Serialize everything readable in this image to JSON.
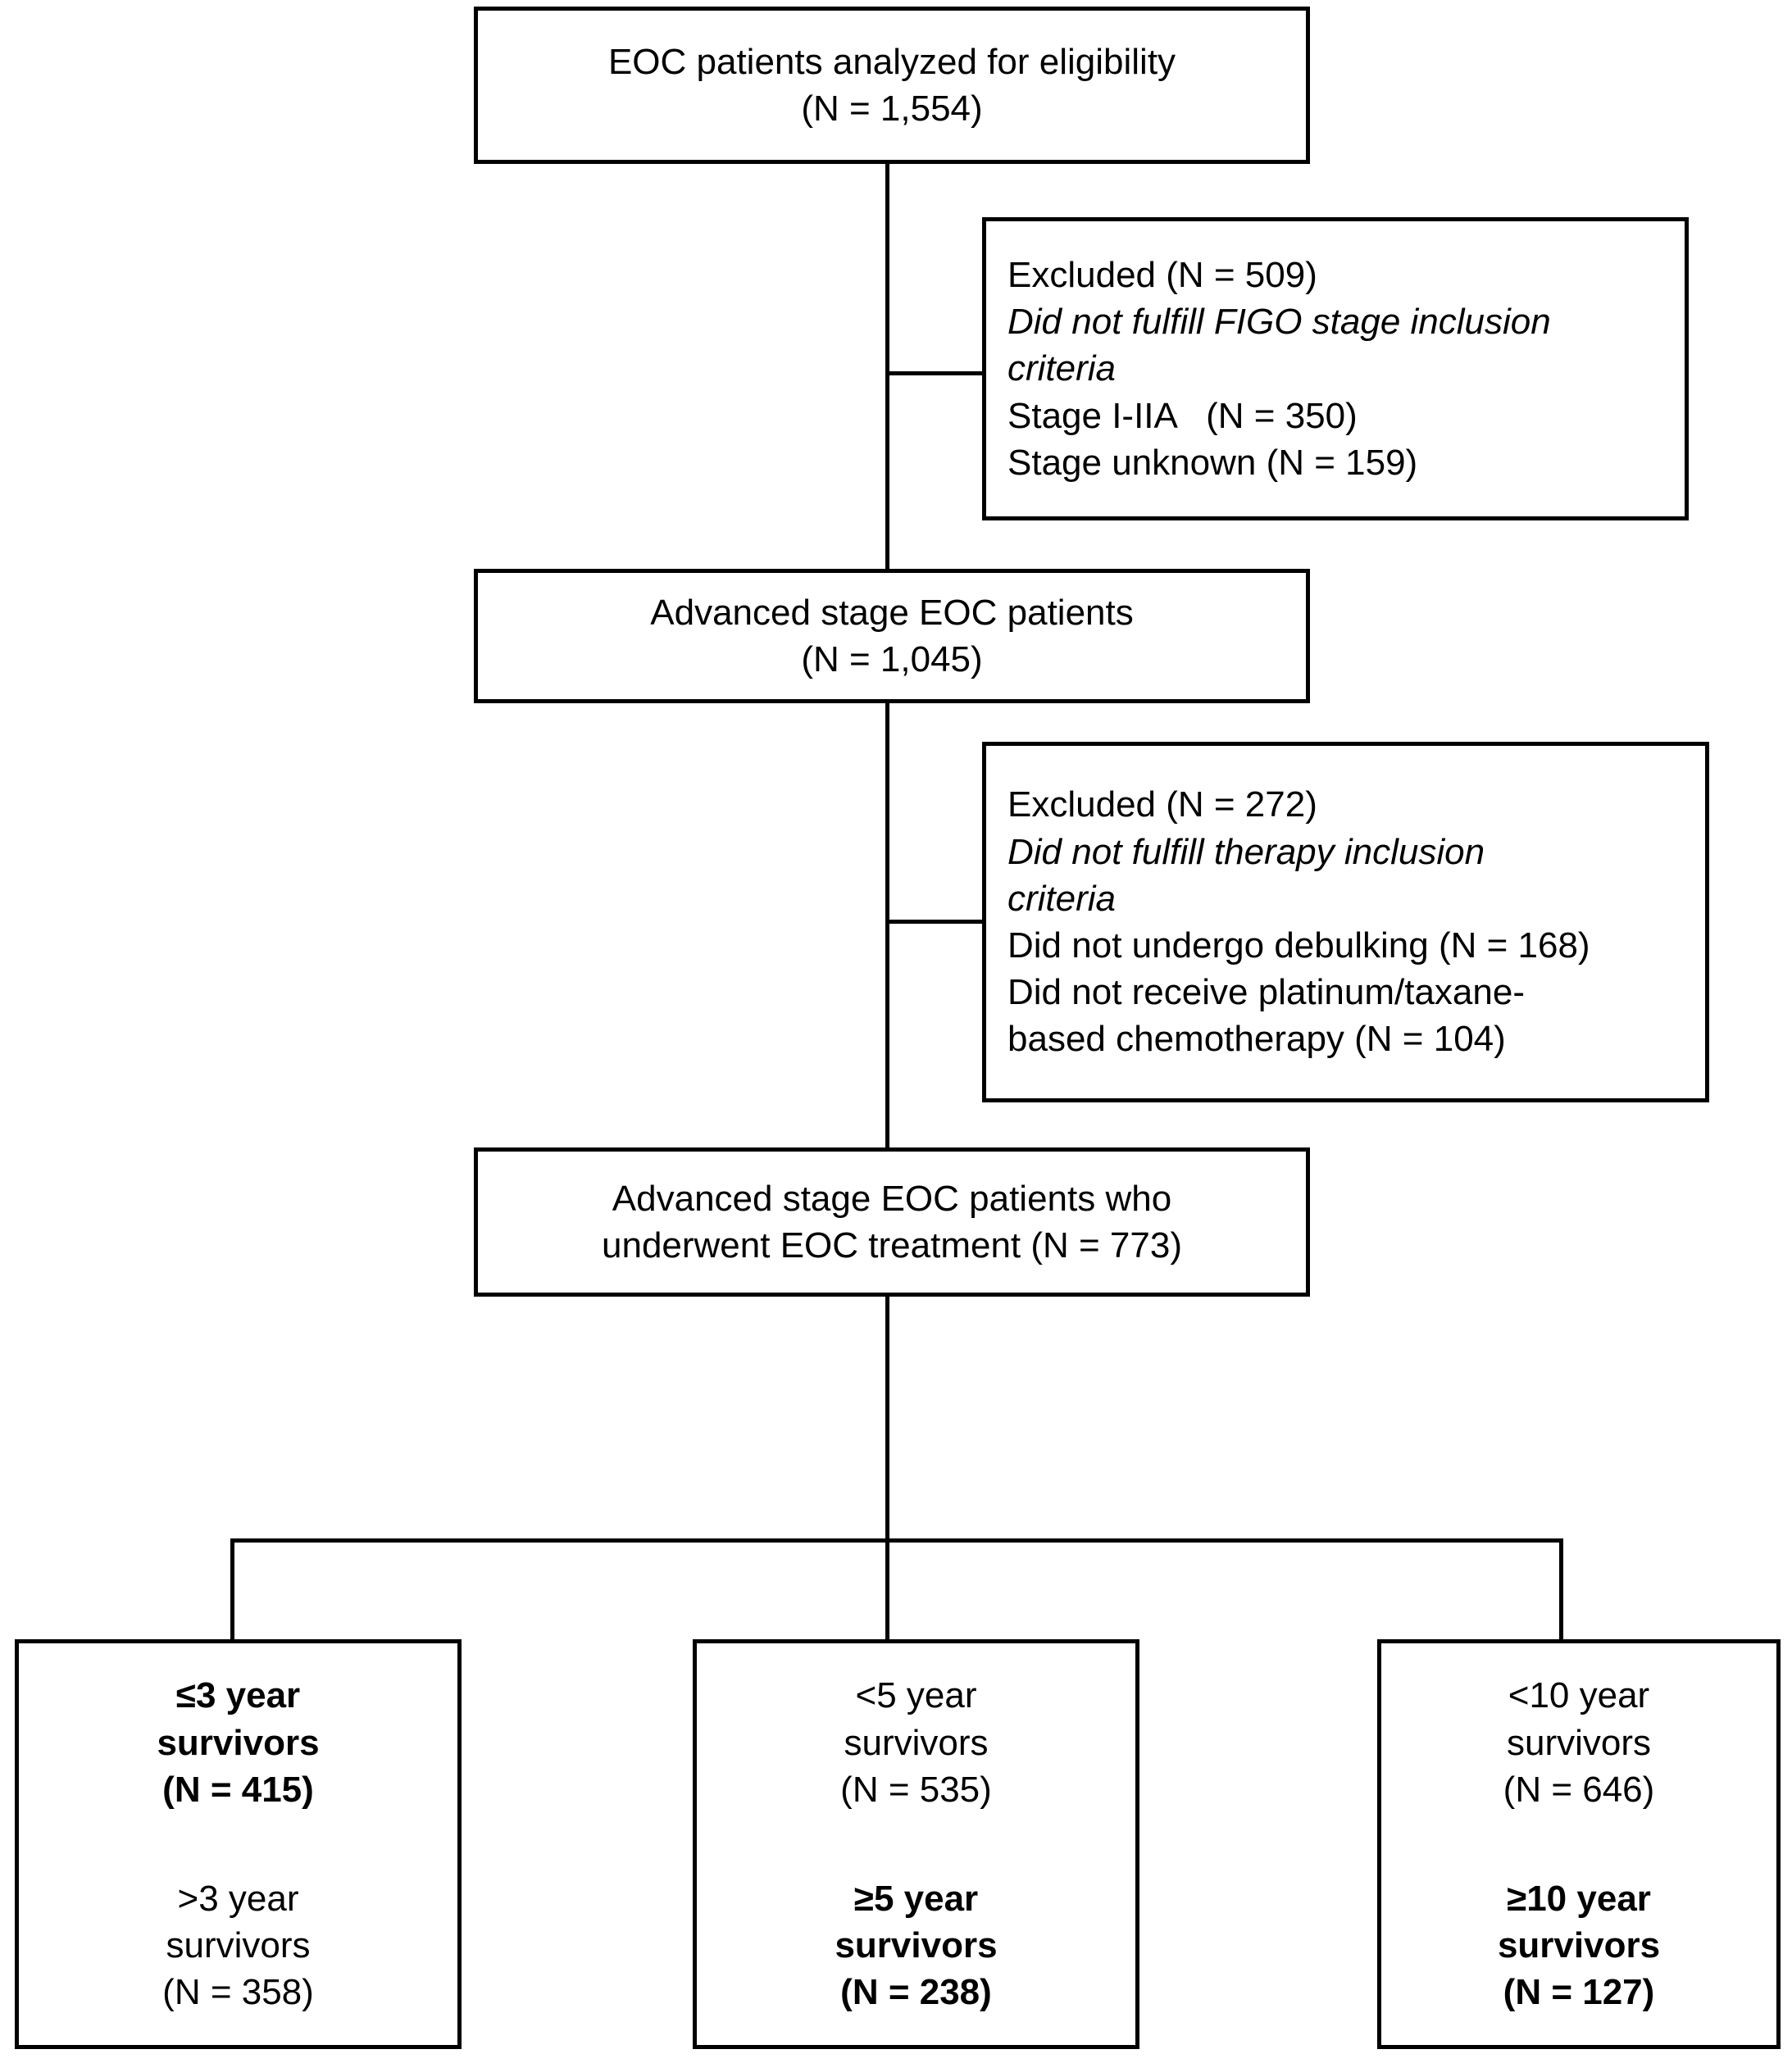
{
  "diagram": {
    "title": "EOC patient eligibility and survivor stratification flow diagram",
    "type": "flowchart",
    "line_color": "#000000",
    "background_color": "#ffffff"
  },
  "nodes": {
    "enrolled": {
      "line1": "EOC patients analyzed for eligibility",
      "line2": "(N = 1,554)",
      "count": 1554
    },
    "excluded_stage": {
      "line1": "Excluded (N = 509)",
      "line2": "Did not fulfill FIGO stage inclusion",
      "line3": "criteria",
      "line4": "Stage I-IIA   (N = 350)",
      "line5": "Stage unknown (N = 159)",
      "count": 509,
      "reasons": [
        {
          "label": "Stage I-IIA",
          "count": 350
        },
        {
          "label": "Stage unknown",
          "count": 159
        }
      ]
    },
    "advanced": {
      "line1": "Advanced stage EOC patients",
      "line2": "(N = 1,045)",
      "count": 1045
    },
    "excluded_therapy": {
      "line1": "Excluded (N = 272)",
      "line2": "Did not fulfill therapy inclusion",
      "line3": "criteria",
      "line4": "Did not undergo debulking (N = 168)",
      "line5": "Did not receive platinum/taxane-",
      "line6": "based chemotherapy (N = 104)",
      "count": 272,
      "reasons": [
        {
          "label": "Did not undergo debulking",
          "count": 168
        },
        {
          "label": "Did not receive platinum/taxane-based chemotherapy",
          "count": 104
        }
      ]
    },
    "treated": {
      "line1": "Advanced stage EOC patients who",
      "line2": "underwent EOC treatment (N = 773)",
      "count": 773
    }
  },
  "outcomes": [
    {
      "id": "three-year",
      "primary": {
        "line1": "≤3 year",
        "line2": "survivors",
        "line3": "(N = 415)",
        "count": 415,
        "emphasis": "bold"
      },
      "secondary": {
        "line1": ">3 year",
        "line2": "survivors",
        "line3": "(N = 358)",
        "count": 358,
        "emphasis": "normal"
      }
    },
    {
      "id": "five-year",
      "primary": {
        "line1": "<5 year",
        "line2": "survivors",
        "line3": "(N = 535)",
        "count": 535,
        "emphasis": "normal"
      },
      "secondary": {
        "line1": "≥5 year",
        "line2": "survivors",
        "line3": "(N = 238)",
        "count": 238,
        "emphasis": "bold"
      }
    },
    {
      "id": "ten-year",
      "primary": {
        "line1": "<10 year",
        "line2": "survivors",
        "line3": "(N = 646)",
        "count": 646,
        "emphasis": "normal"
      },
      "secondary": {
        "line1": "≥10 year",
        "line2": "survivors",
        "line3": "(N = 127)",
        "count": 127,
        "emphasis": "bold"
      }
    }
  ]
}
